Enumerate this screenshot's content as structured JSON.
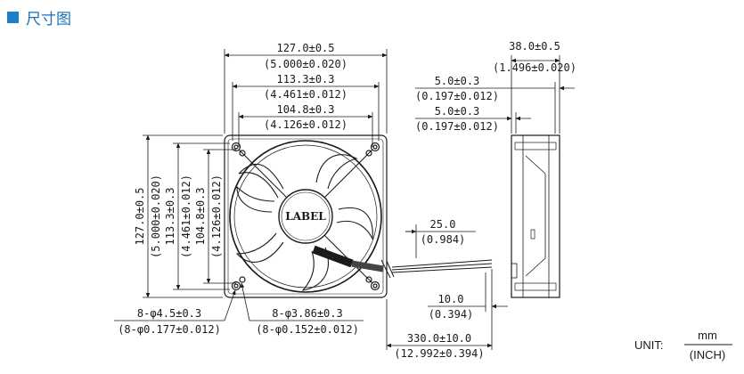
{
  "header": {
    "title": "尺寸图",
    "accent": "#1e7fc9"
  },
  "front": {
    "width_mm": "127.0±0.5",
    "width_in": "(5.000±0.020)",
    "span1_mm": "113.3±0.3",
    "span1_in": "(4.461±0.012)",
    "span2_mm": "104.8±0.3",
    "span2_in": "(4.126±0.012)",
    "height_mm": "127.0±0.5",
    "height_in": "(5.000±0.020)",
    "vspan1_mm": "113.3±0.3",
    "vspan1_in": "(4.461±0.012)",
    "vspan2_mm": "104.8±0.3",
    "vspan2_in": "(4.126±0.012)",
    "hub_label": "LABEL",
    "hole_outer_mm": "8-φ4.5±0.3",
    "hole_outer_in": "(8-φ0.177±0.012)",
    "hole_inner_mm": "8-φ3.86±0.3",
    "hole_inner_in": "(8-φ0.152±0.012)"
  },
  "wire": {
    "strip_mm": "25.0",
    "strip_in": "(0.984)",
    "tin_mm": "10.0",
    "tin_in": "(0.394)",
    "length_mm": "330.0±10.0",
    "length_in": "(12.992±0.394)"
  },
  "side": {
    "depth_mm": "38.0±0.5",
    "depth_in": "(1.496±0.020)",
    "flange1_mm": "5.0±0.3",
    "flange1_in": "(0.197±0.012)",
    "flange2_mm": "5.0±0.3",
    "flange2_in": "(0.197±0.012)"
  },
  "unit": {
    "label": "UNIT:",
    "top": "mm",
    "bottom": "(INCH)"
  }
}
